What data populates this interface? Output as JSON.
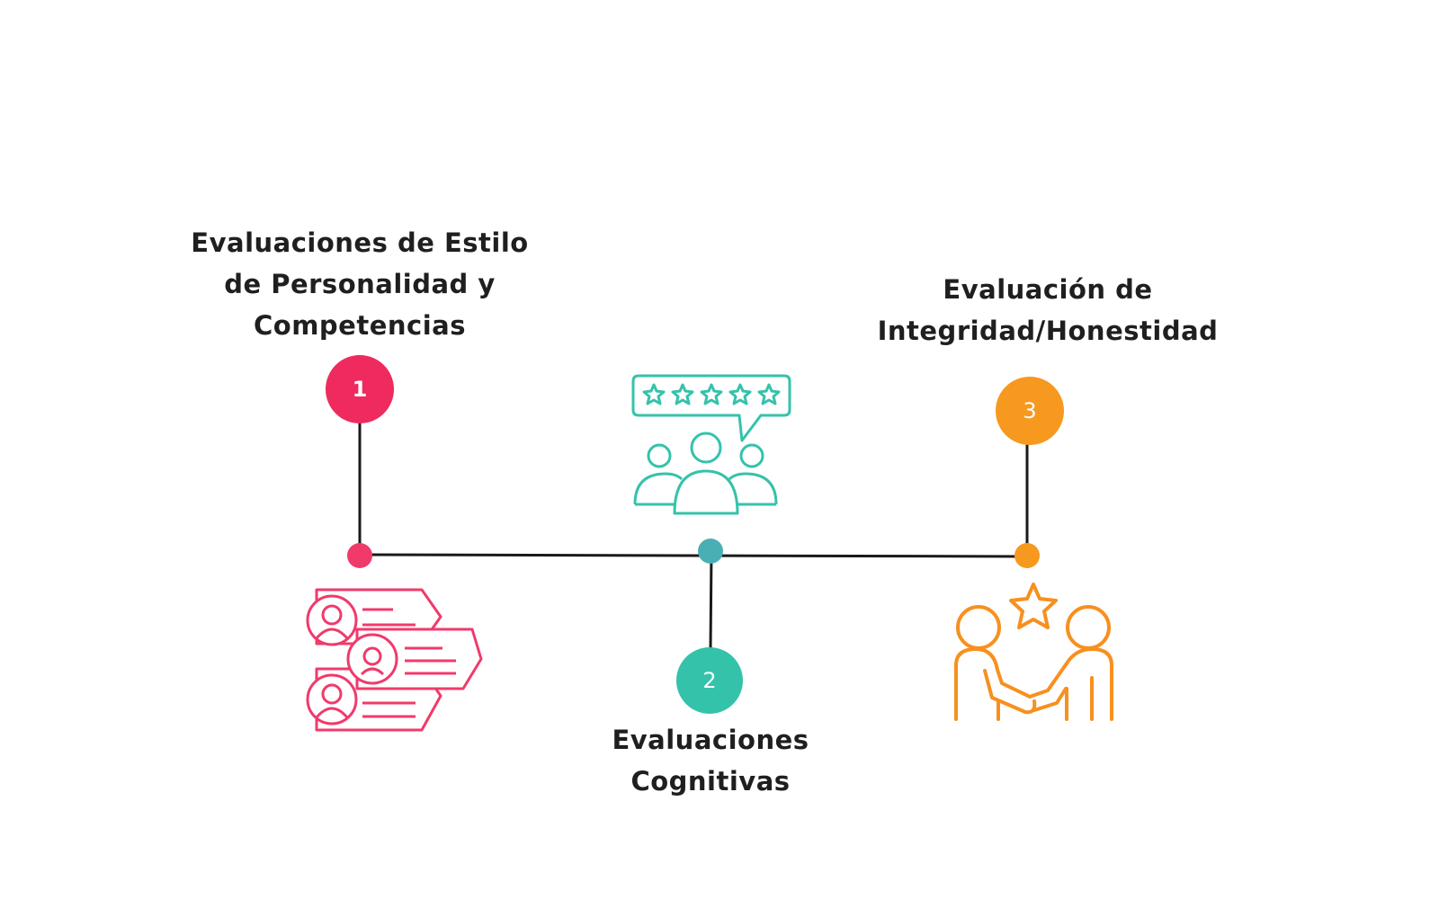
{
  "colors": {
    "step1": "#ee2a5e",
    "step2": "#35c2ab",
    "step3": "#f7981f",
    "dot2": "#4aafb5",
    "line": "#1a1a1a"
  },
  "steps": [
    {
      "number": "1",
      "title_lines": [
        "Evaluaciones de Estilo",
        "de Personalidad y",
        "Competencias"
      ],
      "icon": "resume-profiles-icon"
    },
    {
      "number": "2",
      "title_lines": [
        "Evaluaciones",
        "Cognitivas"
      ],
      "icon": "group-rating-icon"
    },
    {
      "number": "3",
      "title_lines": [
        "Evaluación de",
        "Integridad/Honestidad"
      ],
      "icon": "handshake-star-icon"
    }
  ]
}
